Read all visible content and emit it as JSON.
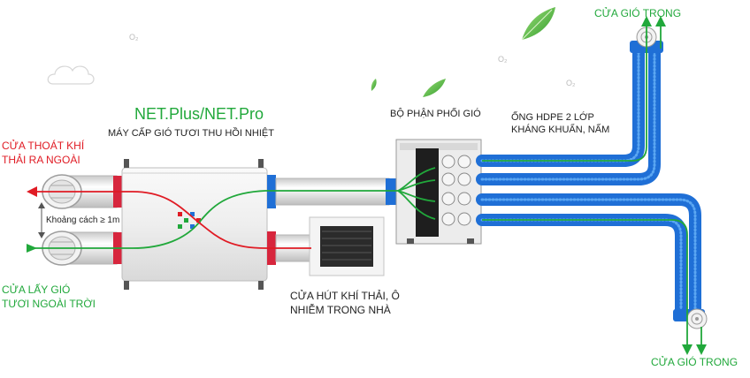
{
  "diagram": {
    "product_title": "NET.Plus/NET.Pro",
    "product_subtitle": "MÁY CẤP GIÓ TƯƠI THU HỒI NHIỆT",
    "exhaust_outlet": "CỬA THOÁT KHÍ\nTHẢI RA NGOÀI",
    "fresh_intake": "CỬA LẤY GIÓ\nTƯƠI NGOÀI TRỜI",
    "distance_note": "Khoảng cách ≥ 1m",
    "return_intake": "CỬA HÚT KHÍ THẢI, Ô\nNHIỄM TRONG NHÀ",
    "distributor": "BỘ PHẬN PHỐI GIÓ",
    "pipe_label": "ỐNG HDPE 2 LỚP\nKHÁNG KHUẨN, NẤM",
    "room_outlet_top": "CỬA GIÓ TRONG",
    "room_outlet_bottom": "CỬA GIÓ TRONG",
    "o2_mark": "O₂",
    "colors": {
      "fresh_air": "#21a83b",
      "exhaust_air": "#e01b24",
      "pipe": "#1f6fd6",
      "pipe_light": "#4a9cf0"
    }
  }
}
